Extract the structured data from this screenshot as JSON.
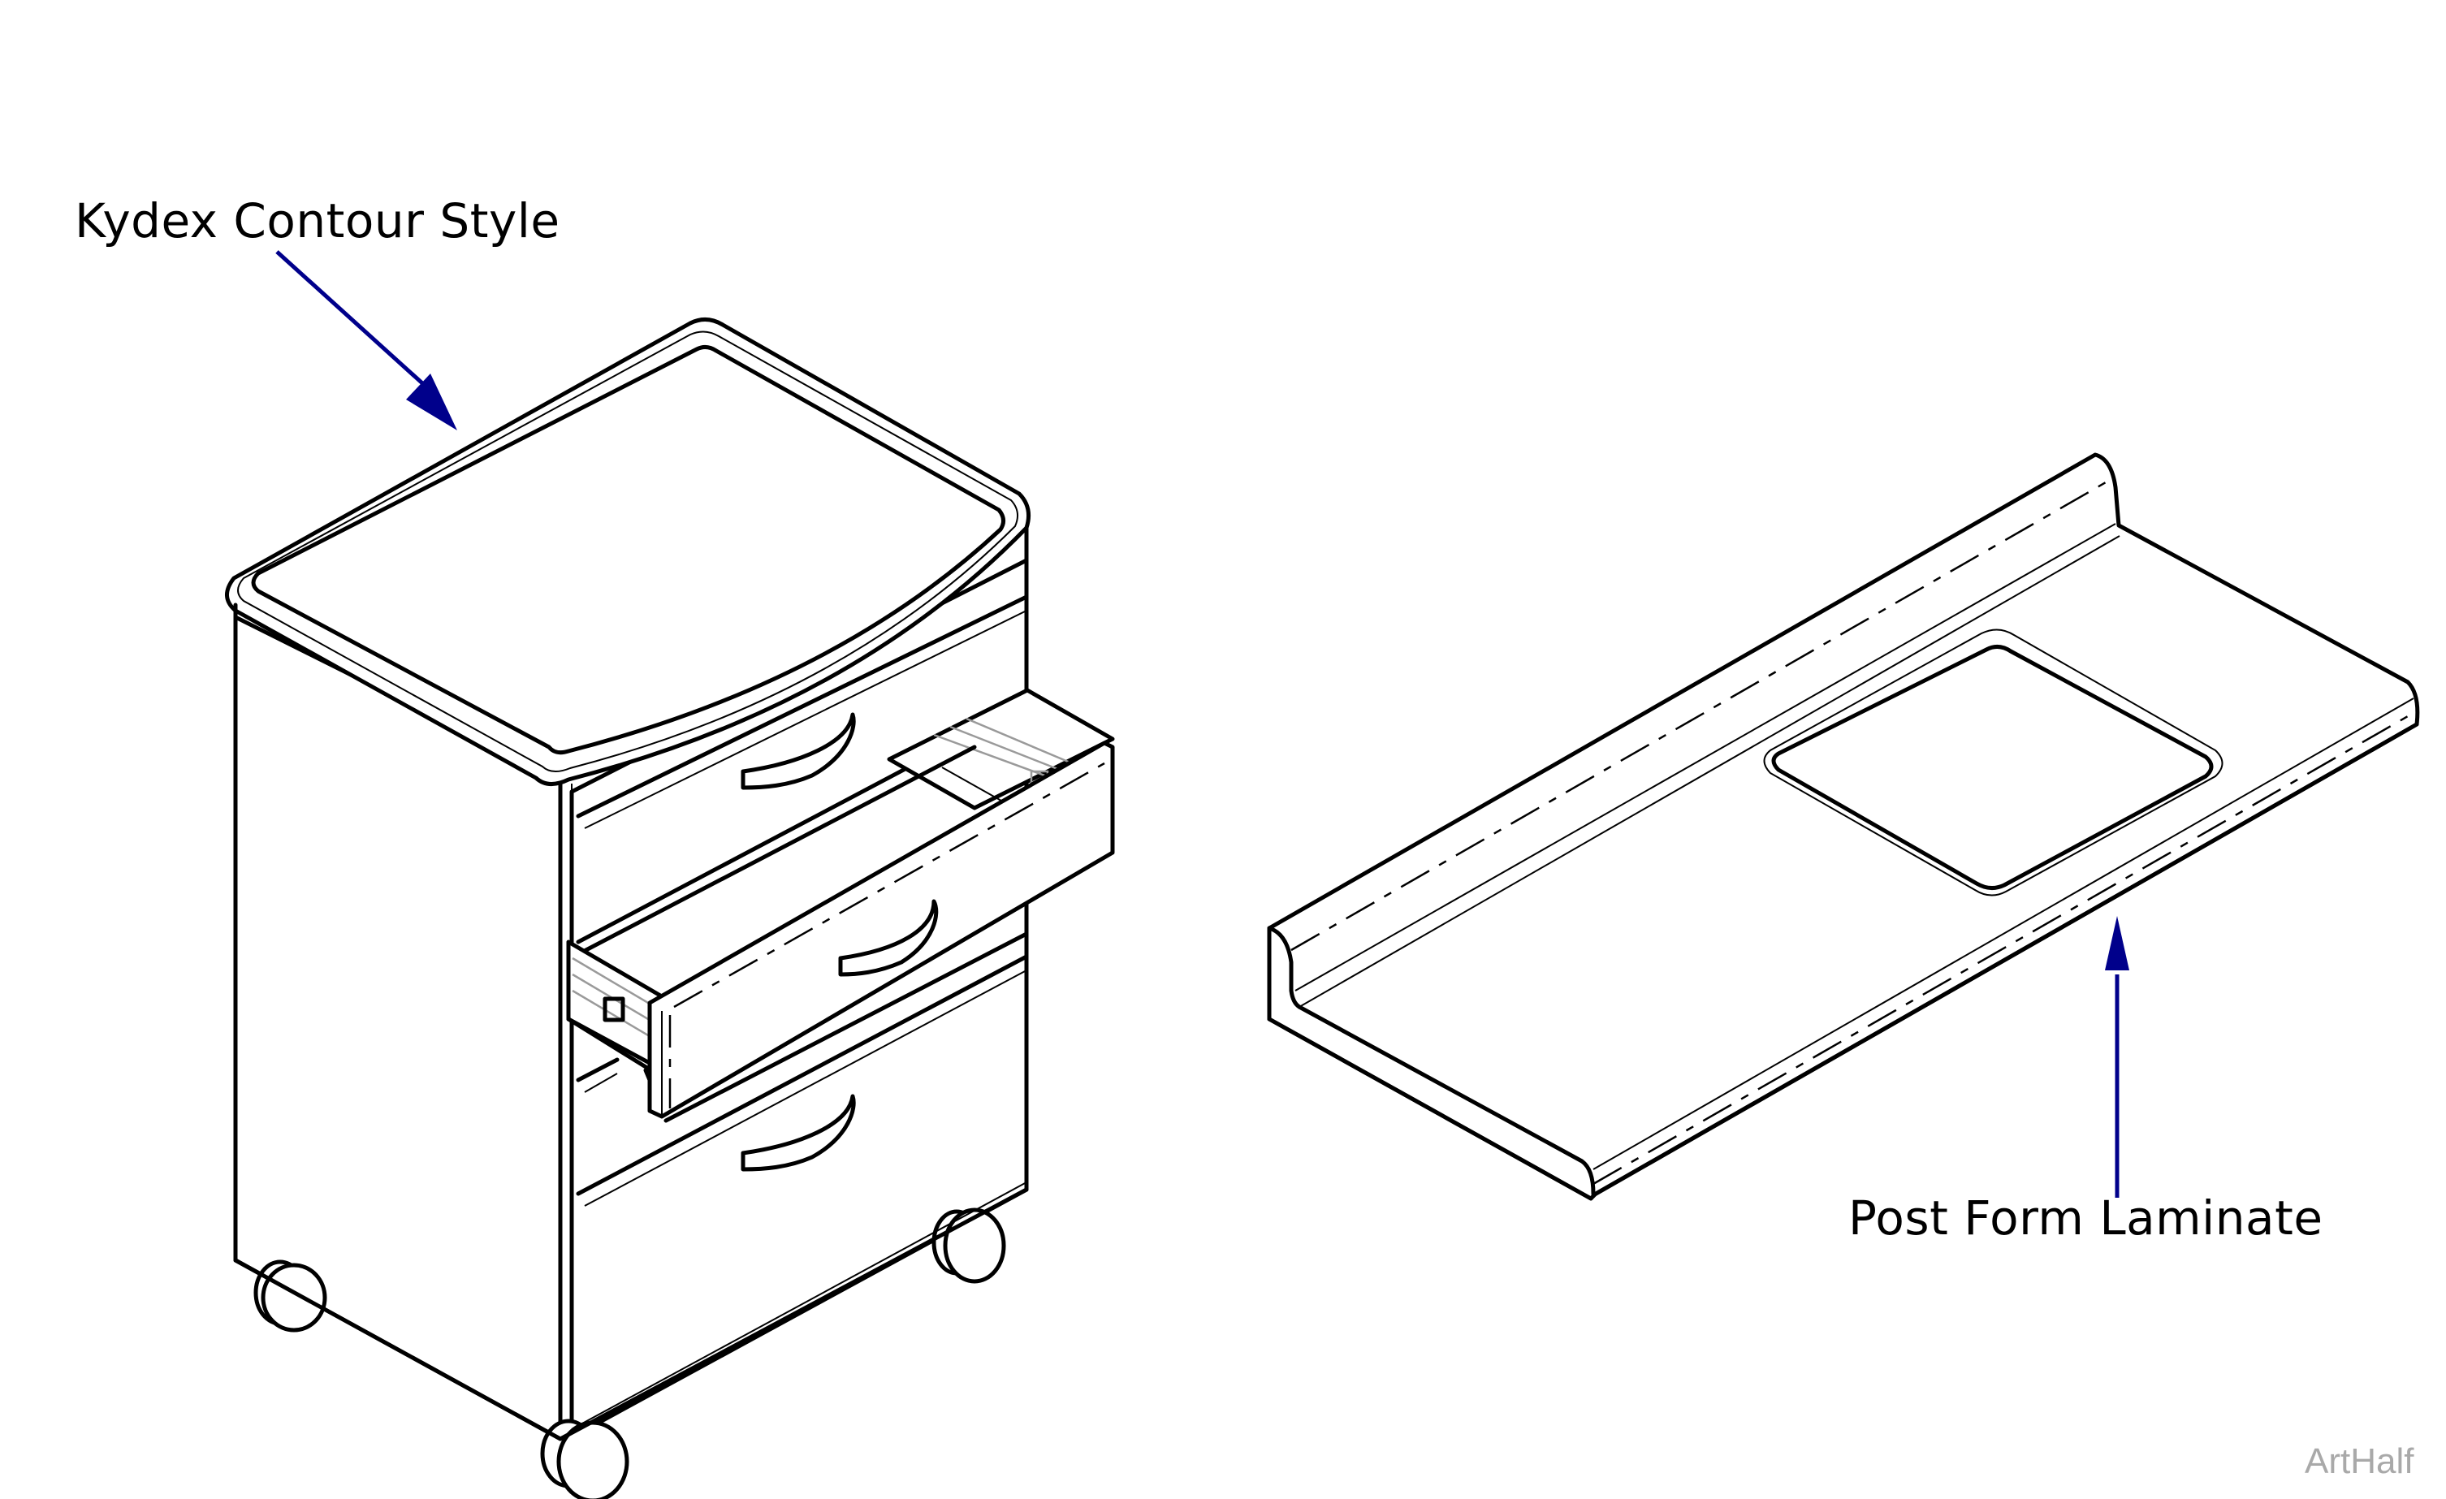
{
  "diagram": {
    "type": "isometric technical line drawing",
    "callouts": [
      {
        "id": "kydex",
        "label": "Kydex Contour Style",
        "points_to": "mobile cabinet top"
      },
      {
        "id": "postform",
        "label": "Post Form Laminate",
        "points_to": "countertop front edge"
      }
    ],
    "objects": [
      {
        "id": "mobile-cabinet",
        "description": "Mobile drawer cabinet with contoured top, 3 drawer fronts (middle drawer open), casters"
      },
      {
        "id": "countertop",
        "description": "Post-formed laminate countertop with backsplash and sink cutout"
      }
    ],
    "callout_color": "#00008B",
    "line_color": "#000000"
  },
  "watermark": "ArtHalf"
}
